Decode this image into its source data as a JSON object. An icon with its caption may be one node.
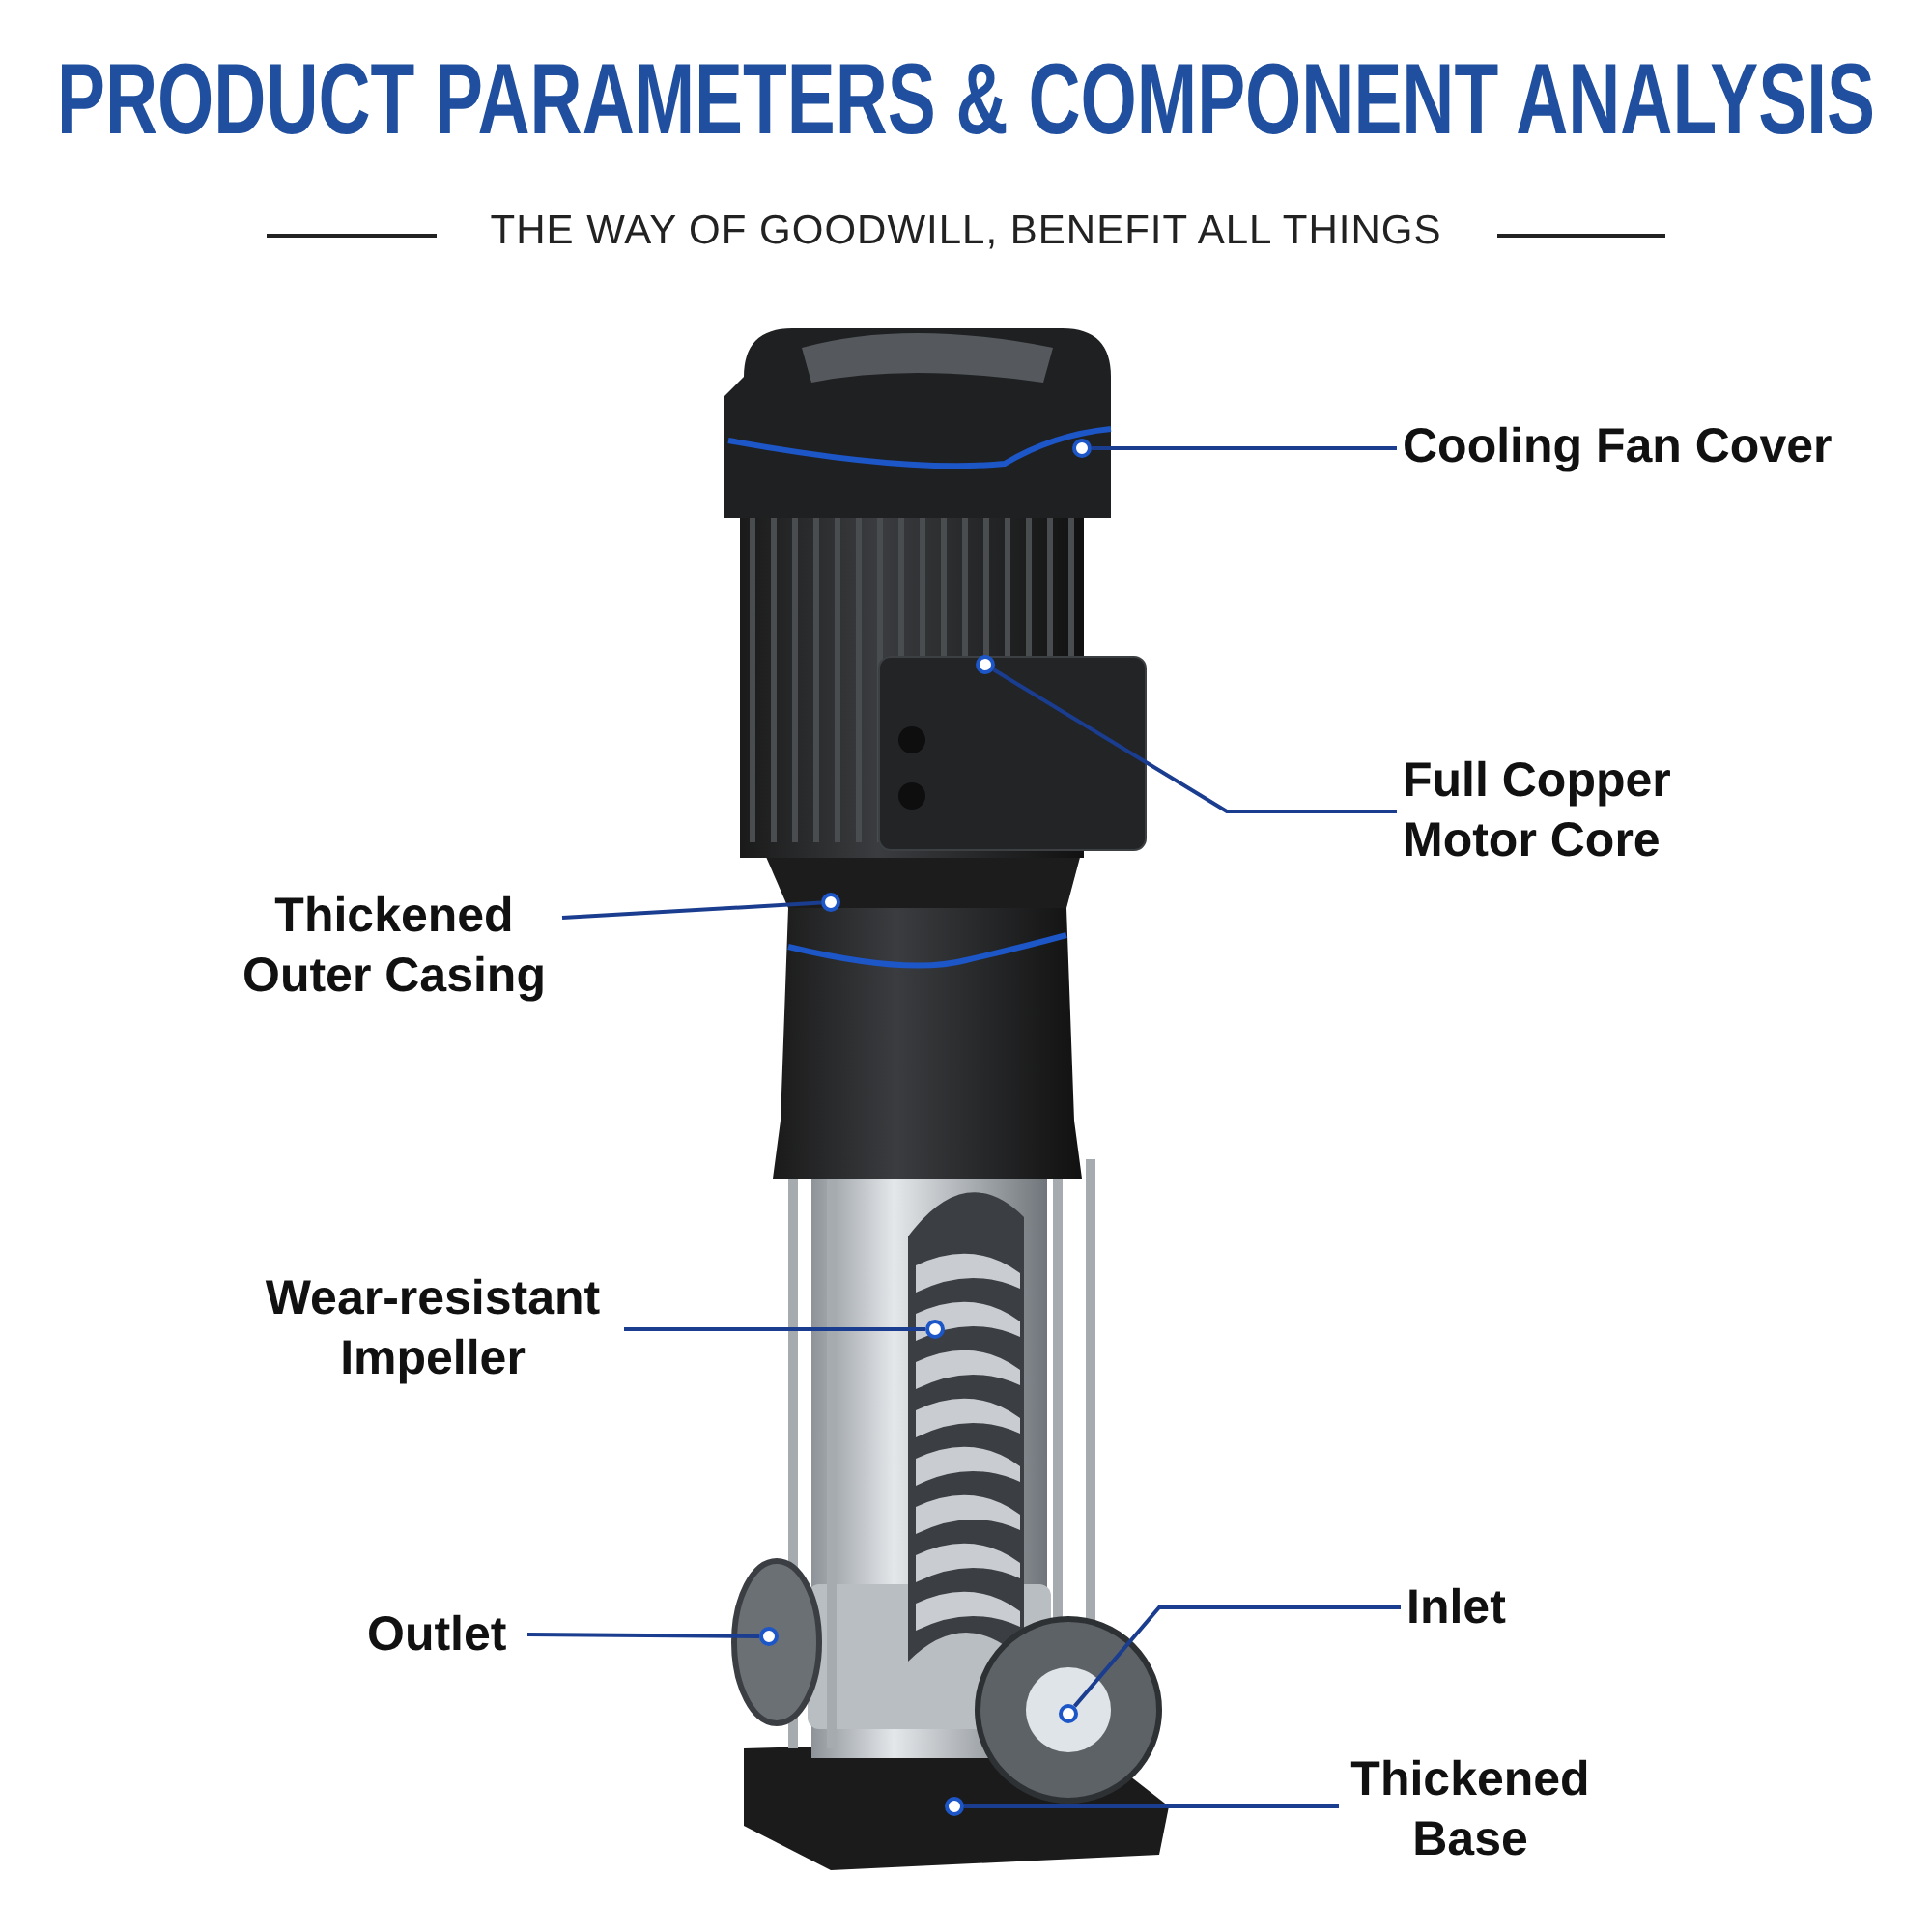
{
  "diagram": {
    "title": "PRODUCT PARAMETERS & COMPONENT ANALYSIS",
    "nodes": [
      {
        "text": [
          "Cooling Fan Cover"
        ]
      },
      {
        "text": [
          "Full Copper Motor Core"
        ]
      },
      {
        "text": [
          "Thickened Outer Casing"
        ]
      },
      {
        "text": [
          "Wear-resistant Impeller"
        ]
      },
      {
        "text": [
          "Outlet"
        ]
      },
      {
        "text": [
          "Inlet"
        ]
      },
      {
        "text": [
          "Thickened Base"
        ]
      },
      {
        "text": [],
        "shape": "circle"
      },
      {
        "text": [],
        "shape": "circle"
      },
      {
        "text": [],
        "shape": "circle"
      },
      {
        "text": [],
        "shape": "circle"
      },
      {
        "text": [],
        "shape": "circle"
      },
      {
        "text": [],
        "shape": "circle"
      },
      {
        "text": [],
        "shape": "circle"
      }
    ],
    "edges": [
      {
        "from": 0,
        "to": 7,
        "arrow": "none"
      },
      {
        "from": 1,
        "to": 8,
        "arrow": "none"
      },
      {
        "from": 2,
        "to": 9,
        "arrow": "none"
      },
      {
        "from": 3,
        "to": 10,
        "arrow": "none"
      },
      {
        "from": 4,
        "to": 11,
        "arrow": "none"
      },
      {
        "from": 5,
        "to": 12,
        "arrow": "none"
      },
      {
        "from": 6,
        "to": 13,
        "arrow": "none"
      }
    ],
    "labels": [
      "THE WAY OF GOODWILL, BENEFIT ALL THINGS"
    ]
  }
}
